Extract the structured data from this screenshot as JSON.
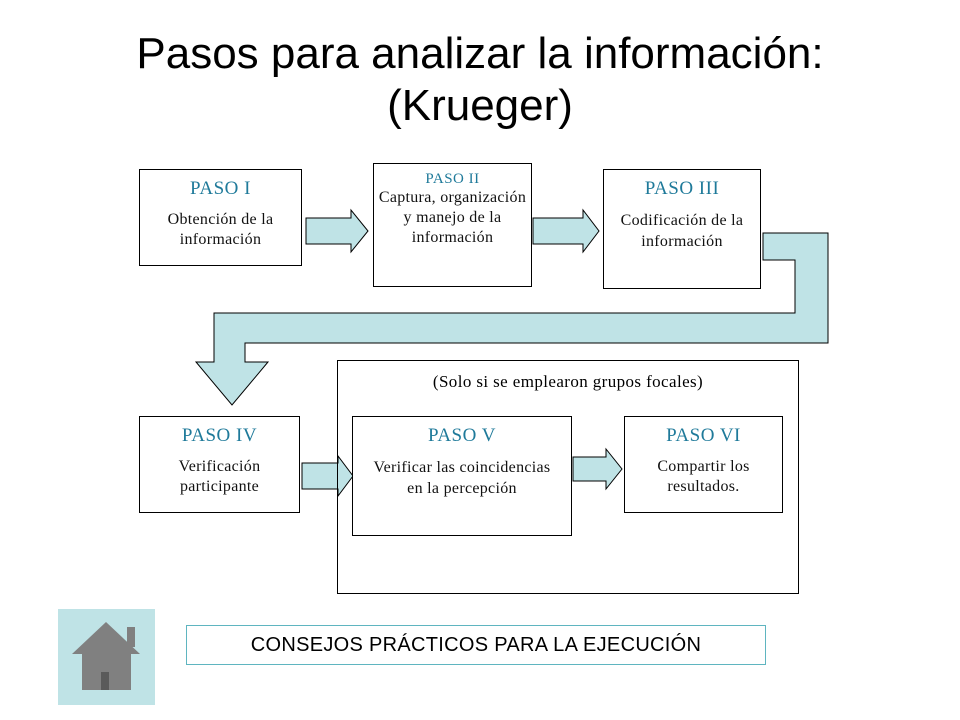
{
  "title_line1": "Pasos para analizar la información:",
  "title_line2": "(Krueger)",
  "group_label": "(Solo si se emplearon grupos focales)",
  "steps": [
    {
      "head": "PASO I",
      "body": "Obtención de la información"
    },
    {
      "head": "PASO II",
      "body": "Captura, organización y manejo de la información"
    },
    {
      "head": "PASO III",
      "body": "Codificación de la información"
    },
    {
      "head": "PASO IV",
      "body": "Verificación participante"
    },
    {
      "head": "PASO V",
      "body": "Verificar las coincidencias en la percepción"
    },
    {
      "head": "PASO VI",
      "body": "Compartir los resultados."
    }
  ],
  "tips_button": "CONSEJOS PRÁCTICOS PARA LA EJECUCIÓN",
  "colors": {
    "heading": "#1f7a9a",
    "arrow_fill": "#bfe3e6",
    "tips_border": "#5fb5c0"
  },
  "icons": {
    "home": "home-icon"
  }
}
